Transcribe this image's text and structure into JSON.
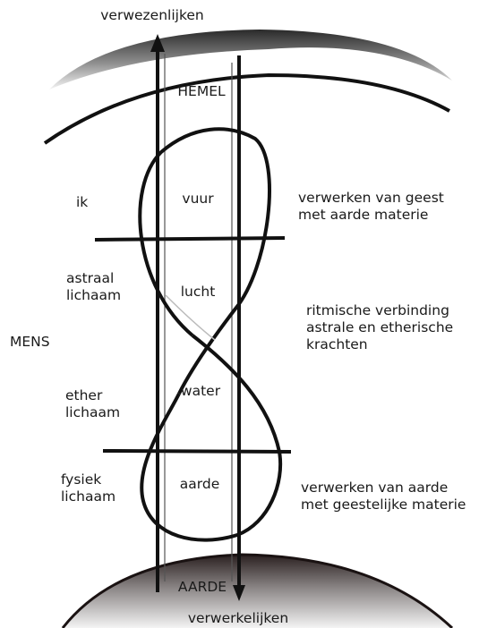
{
  "top_label": "verwezenlijken",
  "bottom_label": "verwerkelijken",
  "heaven": "HEMEL",
  "earth": "AARDE",
  "man": "MENS",
  "elements": {
    "fire": "vuur",
    "air": "lucht",
    "water": "water",
    "earth": "aarde"
  },
  "bodies": {
    "ik": "ik",
    "astral_1": "astraal",
    "astral_2": "lichaam",
    "ether_1": "ether",
    "ether_2": "lichaam",
    "physical_1": "fysiek",
    "physical_2": "lichaam"
  },
  "processes": {
    "top_1": "verwerken van geest",
    "top_2": "met aarde materie",
    "mid_1": "ritmische verbinding",
    "mid_2": "astrale en etherische",
    "mid_3": "krachten",
    "bottom_1": "verwerken van aarde",
    "bottom_2": "met geestelijke materie"
  }
}
